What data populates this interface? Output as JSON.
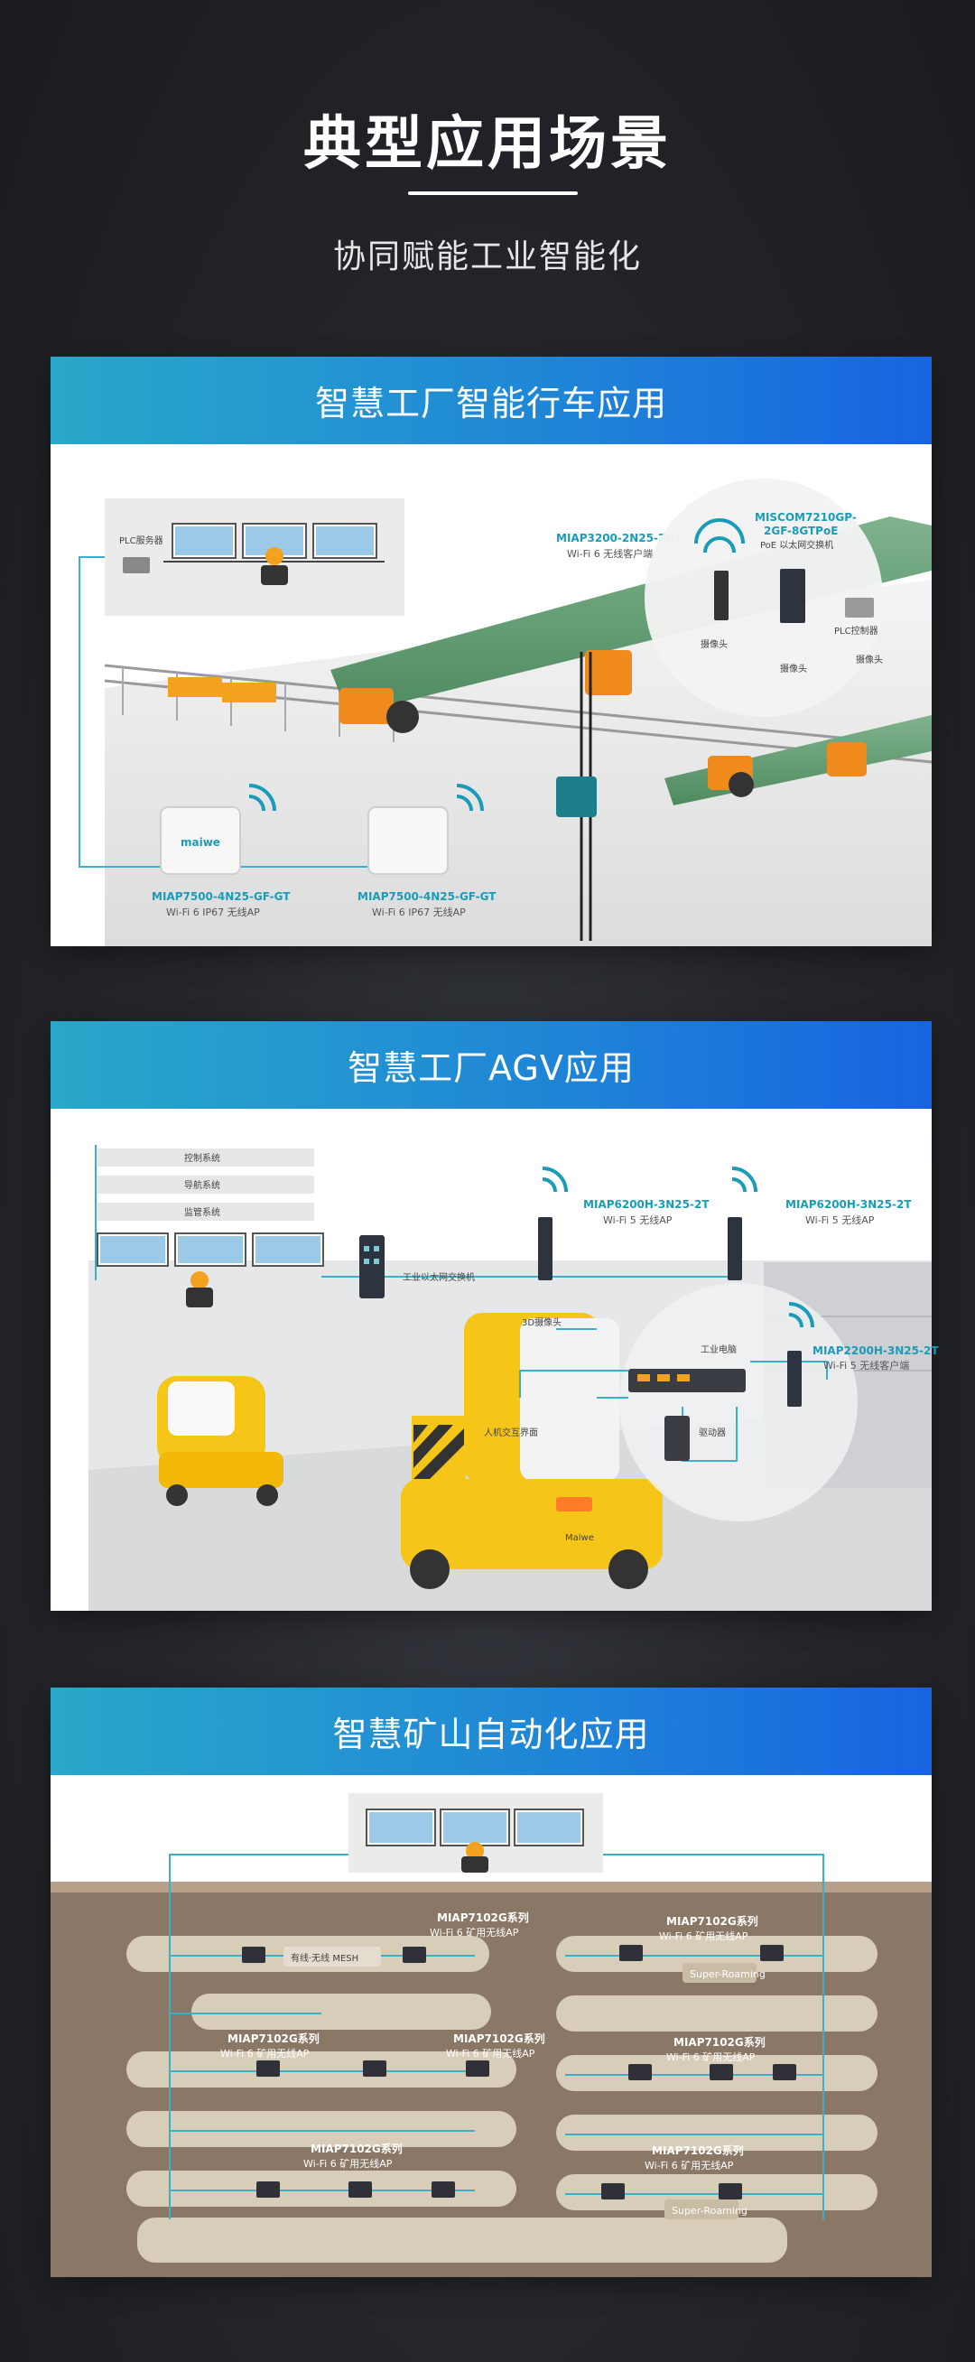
{
  "header": {
    "title": "典型应用场景",
    "subtitle": "协同赋能工业智能化"
  },
  "colors": {
    "accent": "#1f87d6",
    "teal": "#1a9bb8",
    "orange": "#f08a1c",
    "green_beam": "#5d9a6c"
  },
  "sections": [
    {
      "title": "智慧工厂智能行车应用",
      "labels": {
        "plc_cabinet": "PLC服务器",
        "ap_top_model": "MIAP3200-2N25-2GT",
        "ap_top_desc": "Wi-Fi 6 无线客户端",
        "switch_model_a": "MISCOM7210GP-",
        "switch_model_b": "2GF-8GTPoE",
        "switch_desc": "PoE 以太网交换机",
        "plc_controller": "PLC控制器",
        "camera_left": "摄像头",
        "camera_right": "摄像头",
        "camera_bottom": "摄像头",
        "ap_left_model": "MIAP7500-4N25-GF-GT",
        "ap_left_desc": "Wi-Fi 6 IP67 无线AP",
        "ap_right_model": "MIAP7500-4N25-GF-GT",
        "ap_right_desc": "Wi-Fi 6 IP67 无线AP",
        "brand": "maiwe"
      }
    },
    {
      "title": "智慧工厂AGV应用",
      "labels": {
        "control_system": "控制系统",
        "nav_system": "导航系统",
        "monitor_system": "监管系统",
        "switch_label": "工业以太网交换机",
        "ap_mid_model": "MIAP6200H-3N25-2T",
        "ap_mid_desc": "Wi-Fi 5 无线AP",
        "ap_right_model": "MIAP6200H-3N25-2T",
        "ap_right_desc": "Wi-Fi 5 无线AP",
        "camera_3d": "3D摄像头",
        "ipc": "工业电脑",
        "client_model": "MIAP2200H-3N25-2T",
        "client_desc": "Wi-Fi 5 无线客户端",
        "hmi": "人机交互界面",
        "driver": "驱动器",
        "agv_brand": "Maiwe"
      }
    },
    {
      "title": "智慧矿山自动化应用",
      "labels": {
        "mesh": "有线·无线 MESH",
        "super_roaming_1": "Super-Roaming",
        "super_roaming_2": "Super-Roaming",
        "ap_series": "MIAP7102G系列",
        "ap_desc": "Wi-Fi 6 矿用无线AP"
      }
    }
  ]
}
